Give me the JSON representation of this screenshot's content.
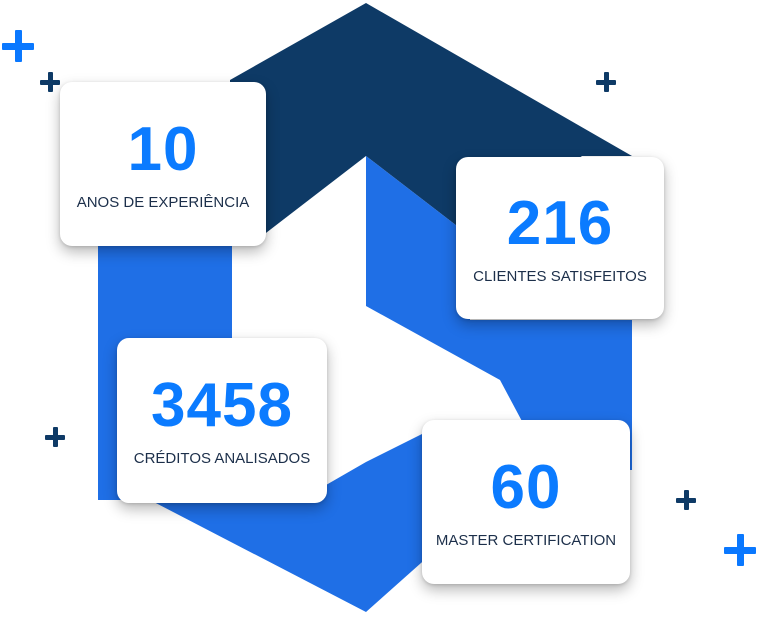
{
  "colors": {
    "dark_blue": "#0e3a66",
    "blue": "#1f6fe6",
    "bright_blue": "#0a78ff",
    "number": "#0b7bff",
    "label": "#1c2f4a"
  },
  "icons": {
    "decoration": "plus-icon"
  },
  "stats": [
    {
      "value": "10",
      "label": "ANOS DE EXPERIÊNCIA"
    },
    {
      "value": "216",
      "label": "CLIENTES SATISFEITOS"
    },
    {
      "value": "3458",
      "label": "CRÉDITOS ANALISADOS"
    },
    {
      "value": "60",
      "label": "MASTER CERTIFICATION"
    }
  ]
}
